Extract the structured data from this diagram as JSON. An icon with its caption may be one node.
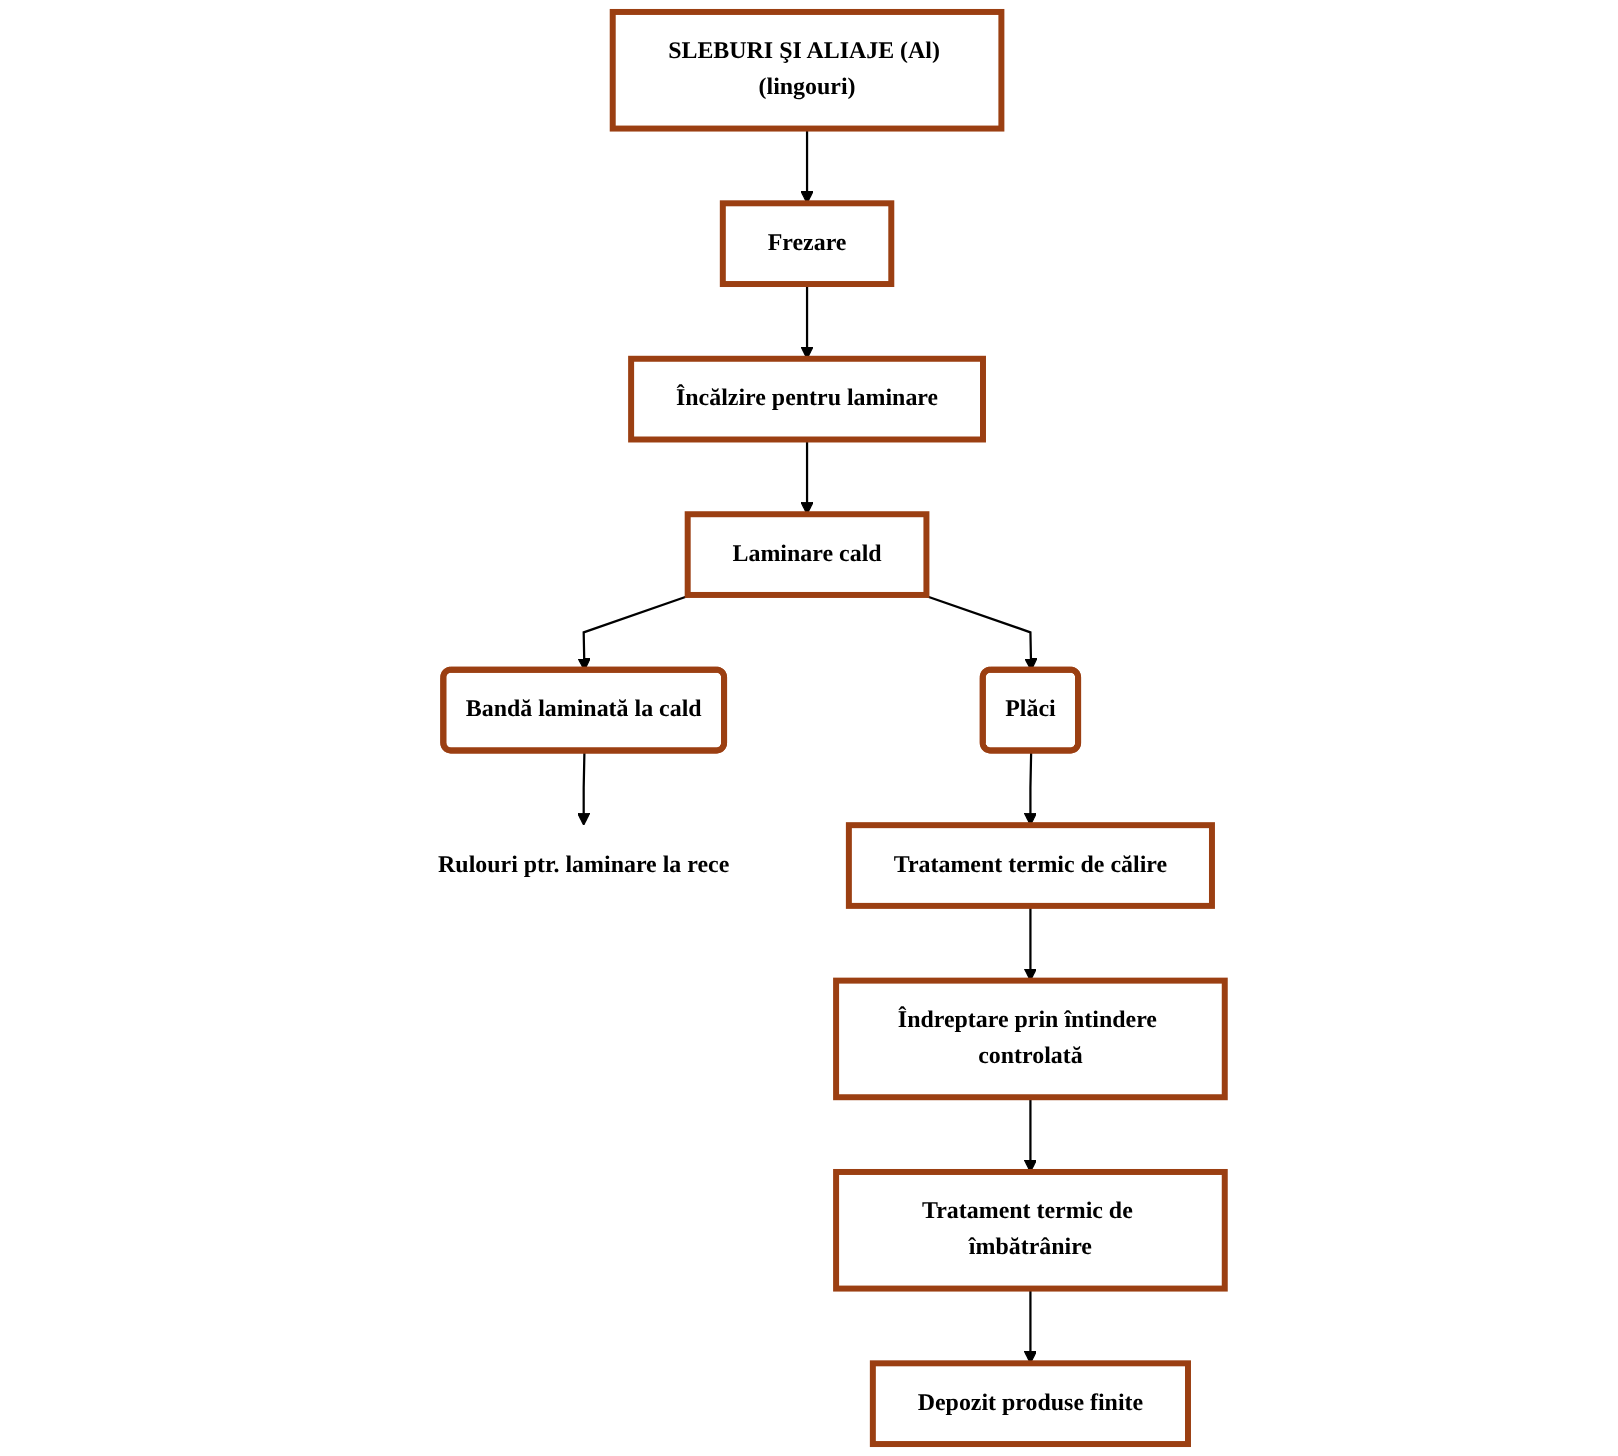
{
  "diagram": {
    "nodes": [
      {
        "text": [
          "SLEBURI ŞI ALIAJE (Al) (lingouri)"
        ]
      },
      {
        "text": [
          "Frezare"
        ]
      },
      {
        "text": [
          "Încălzire pentru laminare"
        ]
      },
      {
        "text": [
          "Laminare cald"
        ]
      },
      {
        "text": [
          "Plăci"
        ]
      },
      {
        "text": [
          "Bandă laminată la cald"
        ]
      },
      {
        "text": [
          "Rulouri ptr. laminare la rece"
        ]
      },
      {
        "text": [
          "Tratament termic de călire"
        ]
      },
      {
        "text": [
          "Îndreptare prin întindere controlată"
        ]
      },
      {
        "text": [
          "Tratament termic de îmbătrânire"
        ]
      },
      {
        "text": [
          "Depozit produse finite"
        ]
      }
    ],
    "edges": [
      {
        "from": 0,
        "to": 1,
        "arrow": "to"
      },
      {
        "from": 1,
        "to": 2,
        "arrow": "to"
      },
      {
        "from": 2,
        "to": 3,
        "arrow": "to"
      },
      {
        "from": 3,
        "to": 4,
        "arrow": "to"
      },
      {
        "from": 3,
        "to": 5,
        "arrow": "to"
      },
      {
        "from": 5,
        "to": 6,
        "arrow": "to"
      },
      {
        "from": 4,
        "to": 7,
        "arrow": "to"
      },
      {
        "from": 7,
        "to": 8,
        "arrow": "to"
      },
      {
        "from": 8,
        "to": 9,
        "arrow": "to"
      },
      {
        "from": 9,
        "to": 10,
        "arrow": "to"
      }
    ]
  }
}
